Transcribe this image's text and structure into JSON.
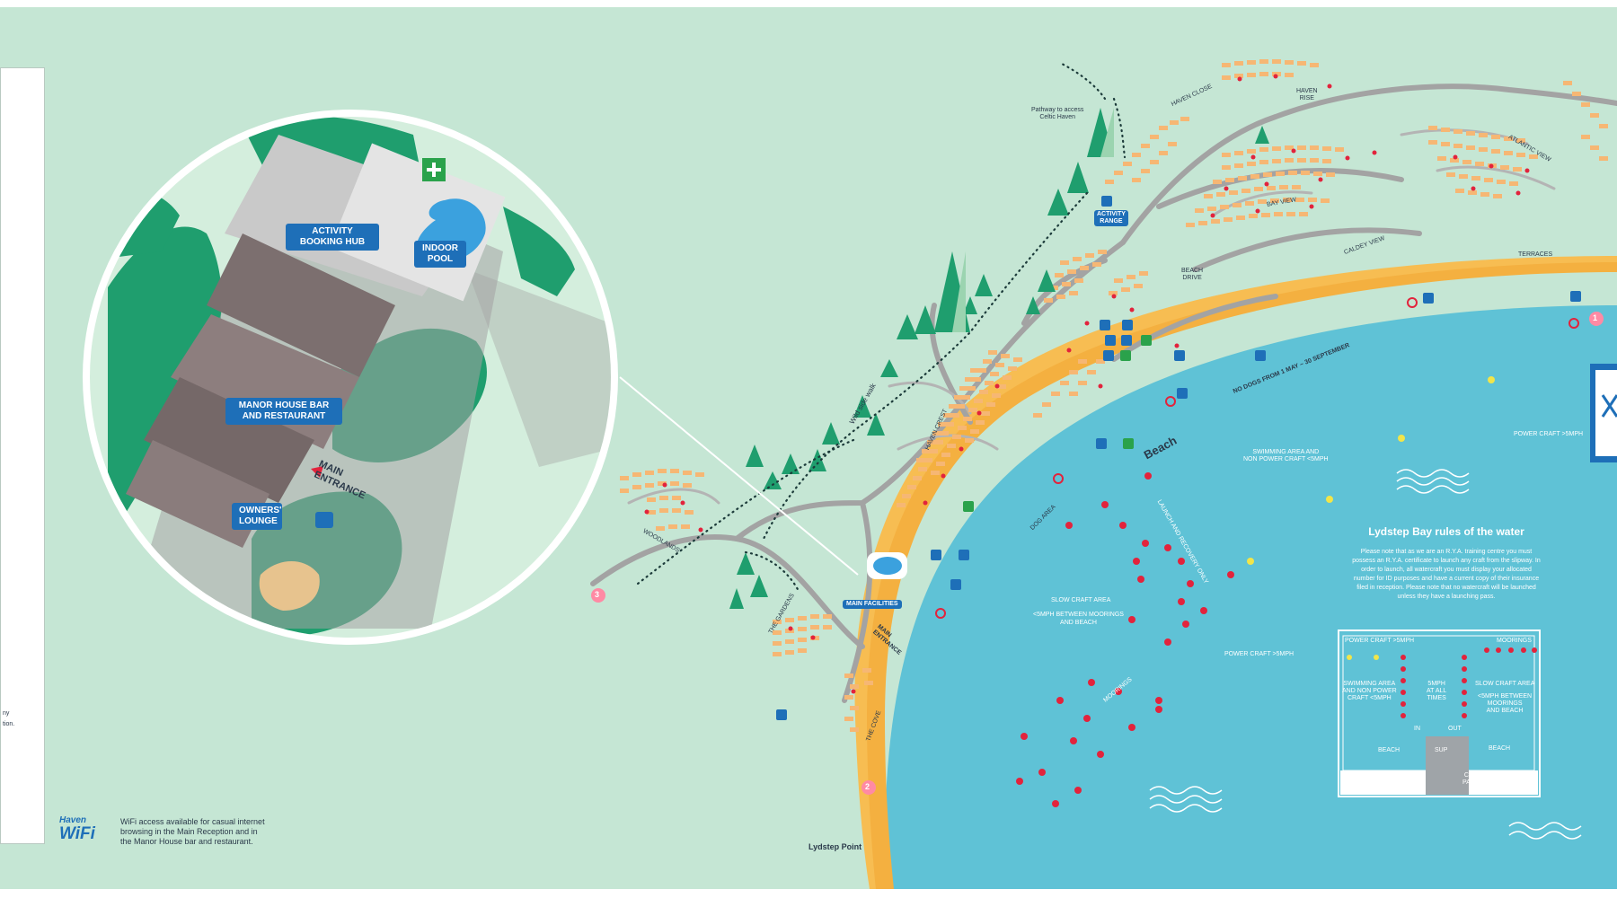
{
  "colors": {
    "land": "#c5e6d4",
    "sea": "#5fc2d6",
    "beach": "#f7bd52",
    "road": "#a3a3a3",
    "caravan": "#f6b774",
    "trees": "#1f9e6e",
    "label_blue": "#1e6fb8",
    "marker_red": "#e2233c",
    "marker_yellow": "#f1e54a"
  },
  "inset": {
    "activity_hub": "ACTIVITY\nBOOKING HUB",
    "indoor_pool": "INDOOR\nPOOL",
    "manor_house": "MANOR HOUSE BAR\nAND RESTAURANT",
    "owners_lounge": "OWNERS'\nLOUNGE",
    "main_entrance": "MAIN\nENTRANCE"
  },
  "map_labels": {
    "pathway": "Pathway to access\nCeltic Haven",
    "haven_close": "HAVEN CLOSE",
    "haven_rise": "HAVEN\nRISE",
    "atlantic_view": "ATLANTIC VIEW",
    "activity_range": "ACTIVITY\nRANGE",
    "bay_view": "BAY VIEW",
    "caldey_view": "CALDEY VIEW",
    "terraces": "TERRACES",
    "beach_drive": "BEACH\nDRIVE",
    "haven_crest": "HAVEN CREST",
    "wild_side_walk": "Wild side walk",
    "woodlands": "WOODLANDS",
    "main_facilities": "MAIN FACILITIES",
    "main_entrance": "MAIN\nENTRANCE",
    "the_gardens": "THE GARDENS",
    "the_cove": "THE COVE",
    "lydstep_point": "Lydstep Point",
    "dog_area": "DOG AREA",
    "beach": "Beach",
    "no_dogs": "NO DOGS FROM 1 MAY – 30 SEPTEMBER",
    "swimming_area": "SWIMMING AREA AND\nNON POWER CRAFT <5MPH",
    "launch_recovery": "LAUNCH AND RECOVERY ONLY",
    "slow_craft": "SLOW CRAFT AREA",
    "slow_craft_sub": "<5MPH BETWEEN MOORINGS\nAND BEACH",
    "power_craft": "POWER CRAFT >5MPH",
    "power_craft_right": "POWER CRAFT >5MPH",
    "moorings": "MOORINGS"
  },
  "rules": {
    "title": "Lydstep Bay rules of the water",
    "body": "Please note that as we are an R.Y.A. training centre you must possess an R.Y.A. certificate to launch any craft from the slipway. In order to launch, all watercraft you must display your allocated number for ID purposes and have a current copy of their insurance filed in reception. Please note that no watercraft will be launched unless they have a launching pass."
  },
  "rules_diagram": {
    "power_craft": "POWER CRAFT >5MPH",
    "moorings": "MOORINGS",
    "swimming": "SWIMMING AREA\nAND NON POWER\nCRAFT <5MPH",
    "speed": "5MPH\nAT ALL\nTIMES",
    "slow_craft": "SLOW CRAFT AREA",
    "slow_sub": "<5MPH BETWEEN\nMOORINGS\nAND BEACH",
    "in": "IN",
    "out": "OUT",
    "beach_left": "BEACH",
    "beach_right": "BEACH",
    "sup": "SUP",
    "car_park": "CAR\nPARK"
  },
  "wifi": {
    "logo_top": "Haven",
    "logo_bottom": "WiFi",
    "text": "WiFi access available for casual internet\nbrowsing in the Main Reception and in\nthe Manor House bar and restaurant."
  },
  "markers": {
    "m1": "1",
    "m2": "2",
    "m3": "3"
  },
  "legend_fragments": {
    "f1": "ny",
    "f2": "tion."
  }
}
